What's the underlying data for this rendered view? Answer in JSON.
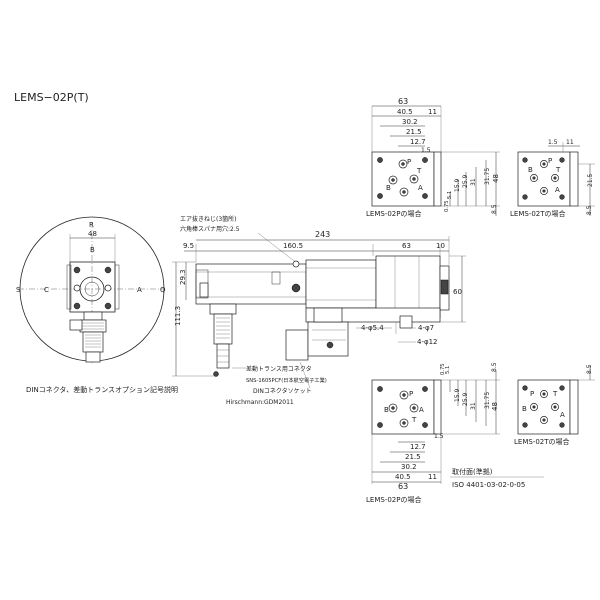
{
  "title": "LEMS−02P(T)",
  "front_view": {
    "label_R": "R",
    "label_dim_48": "48",
    "label_B": "B",
    "label_S": "S",
    "label_C": "C",
    "label_A": "A",
    "label_Q": "Q",
    "caption": "DINコネクタ、差動トランスオプション記号説明"
  },
  "side_view": {
    "air_bleed_note1": "エア抜きねじ(3箇所)",
    "air_bleed_note2": "六角棒スパナ用穴:2.5",
    "dim_243": "243",
    "dim_9_5": "9.5",
    "dim_160_5": "160.5",
    "dim_63": "63",
    "dim_10": "10",
    "dim_29_3": "29.3",
    "dim_111_3": "111.3",
    "dim_60": "60",
    "dim_4_phi5_4": "4-φ5.4",
    "dim_4_phi7": "4-φ7",
    "dim_4_phi12": "4-φ12",
    "label_transformer_connector": "差動トランス用コネクタ",
    "label_sns": "SNS-1605PCF(日本航空電子工業)",
    "label_din_socket": "DINコネクタソケット",
    "label_hirschmann": "Hirschmann:GDM2011"
  },
  "top_p_view": {
    "dim_63": "63",
    "dim_40_5": "40.5",
    "dim_11": "11",
    "dim_30_2": "30.2",
    "dim_21_5": "21.5",
    "dim_12_7": "12.7",
    "dim_1_5": "1.5",
    "dim_48": "48",
    "dim_31_75": "31.75",
    "dim_31": "31",
    "dim_25_9": "25.9",
    "dim_15_9": "15.9",
    "dim_5_1": "5.1",
    "dim_0_75": "0.75",
    "dim_8_5": "8.5",
    "port_P": "P",
    "port_T": "T",
    "port_B": "B",
    "port_A": "A",
    "caption": "LEMS-02Pの場合"
  },
  "top_t_view": {
    "dim_1_5": "1.5",
    "dim_11": "11",
    "dim_21_5": "21.5",
    "dim_8_5": "8.5",
    "port_P": "P",
    "port_T": "T",
    "port_B": "B",
    "port_A": "A",
    "caption": "LEMS-02Tの場合"
  },
  "bottom_p_view": {
    "dim_0_75": "0.75",
    "dim_5_1": "5.1",
    "dim_8_5": "8.5",
    "dim_15_9": "15.9",
    "dim_25_9": "25.9",
    "dim_31": "31",
    "dim_31_75": "31.75",
    "dim_48": "48",
    "dim_1_5": "1.5",
    "dim_12_7": "12.7",
    "dim_21_5": "21.5",
    "dim_30_2": "30.2",
    "dim_40_5": "40.5",
    "dim_11": "11",
    "dim_63": "63",
    "port_P": "P",
    "port_T": "T",
    "port_B": "B",
    "port_A": "A",
    "caption": "LEMS-02Pの場合"
  },
  "bottom_t_view": {
    "dim_8_5": "8.5",
    "port_P": "P",
    "port_T": "T",
    "port_B": "B",
    "port_A": "A",
    "caption": "LEMS-02Tの場合"
  },
  "mounting": {
    "line1": "取付面(準拠)",
    "line2": "ISO 4401-03-02-0-05"
  }
}
